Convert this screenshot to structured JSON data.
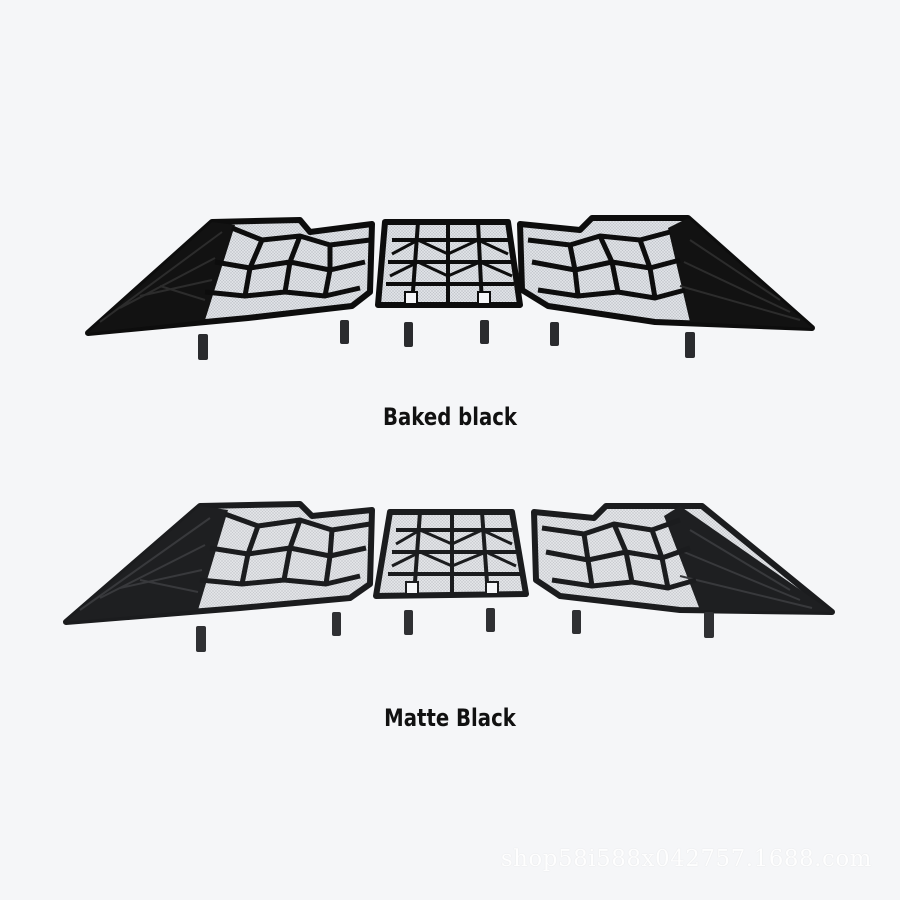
{
  "products": [
    {
      "caption": "Baked black",
      "finish_color": "#0d0d0d"
    },
    {
      "caption": "Matte Black",
      "finish_color": "#1b1c1e"
    }
  ],
  "watermark": "shop58i588x042757.1688.com",
  "colors": {
    "background": "#f5f6f8",
    "mesh": "#dcdfe3"
  },
  "icons": [
    "grille-panel-left-icon",
    "grille-panel-center-icon",
    "grille-panel-right-icon",
    "mounting-clip-icon"
  ]
}
